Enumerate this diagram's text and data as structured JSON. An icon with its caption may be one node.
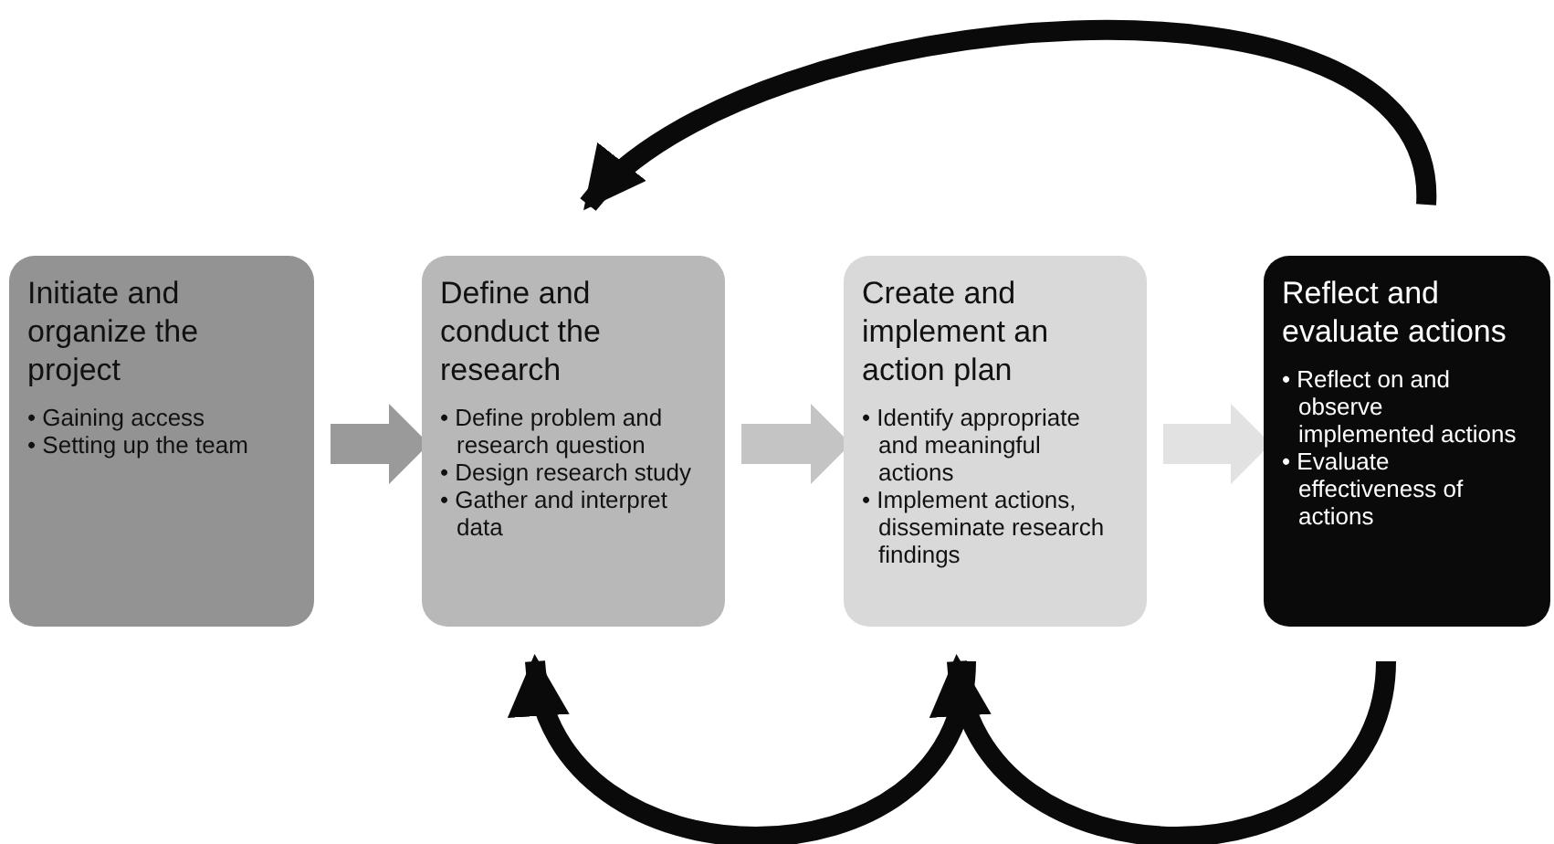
{
  "diagram": {
    "nodes": [
      {
        "text": [
          "Initiate and organize the project",
          "• Gaining access",
          "• Setting up the team"
        ]
      },
      {
        "text": [
          "Define and conduct the research",
          "• Define problem and research question",
          "• Design research study",
          "• Gather and interpret data"
        ]
      },
      {
        "text": [
          "Create and implement an action plan",
          "• Identify appropriate and meaningful actions",
          "• Implement actions, disseminate research findings"
        ]
      },
      {
        "text": [
          "Reflect and evaluate actions",
          "• Reflect on and observe implemented actions",
          "• Evaluate effectiveness of actions"
        ]
      }
    ],
    "edges": [
      {
        "from": 0,
        "to": 1,
        "arrow": "to",
        "style": "thick",
        "color": "#9a9a9a"
      },
      {
        "from": 1,
        "to": 2,
        "arrow": "to",
        "style": "thick",
        "color": "#c4c4c4"
      },
      {
        "from": 2,
        "to": 3,
        "arrow": "to",
        "style": "thick",
        "color": "#e2e2e2"
      },
      {
        "from": 3,
        "to": 1,
        "arrow": "to"
      },
      {
        "from": 2,
        "to": 1,
        "arrow": "to"
      },
      {
        "from": 3,
        "to": 2,
        "arrow": "to"
      }
    ]
  }
}
